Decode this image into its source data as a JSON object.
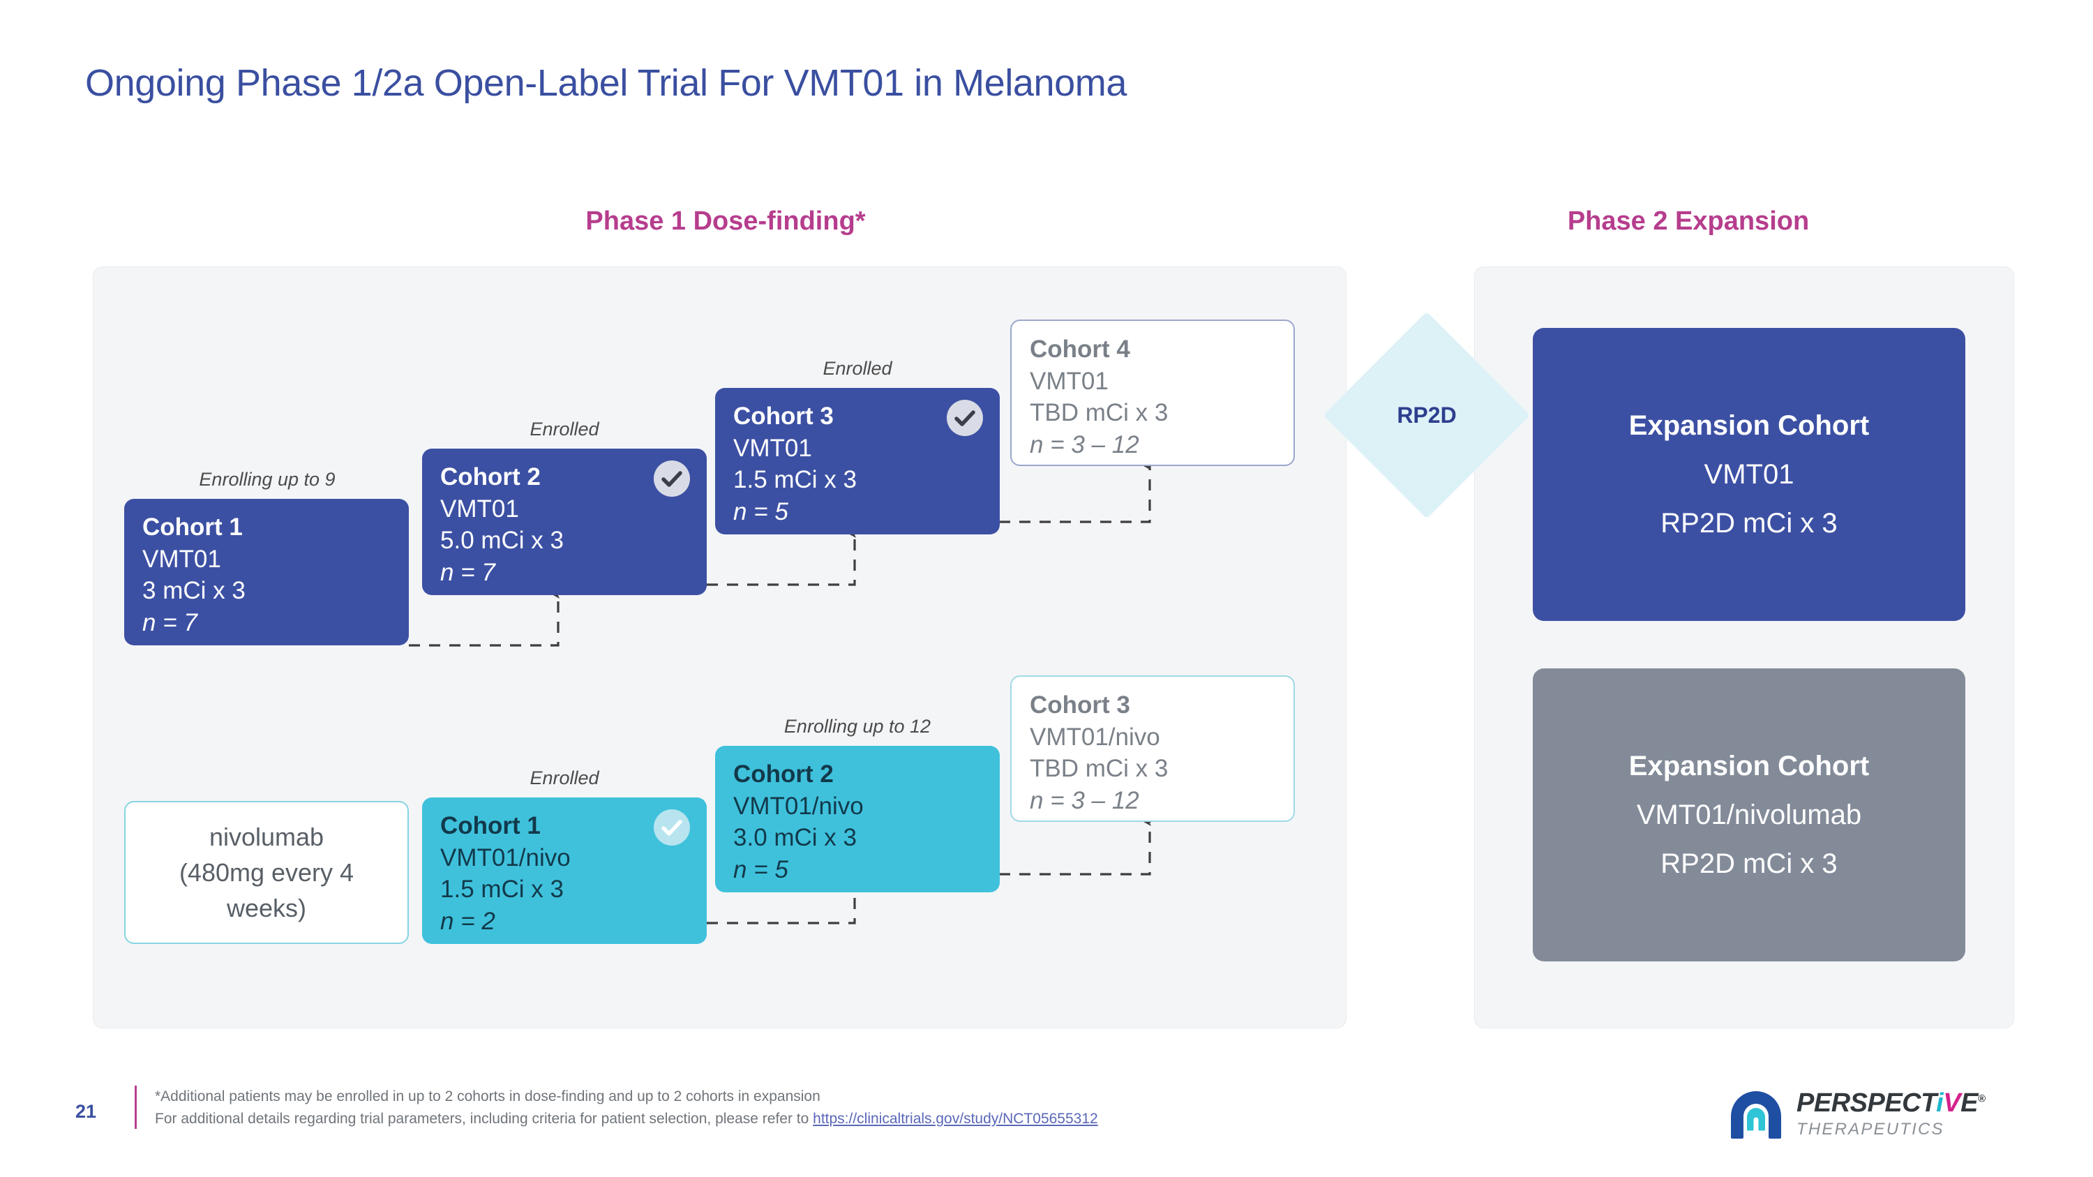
{
  "slide": {
    "title": "Ongoing Phase 1/2a Open-Label Trial For VMT01 in Melanoma",
    "page_number": "21"
  },
  "headers": {
    "phase1": "Phase 1 Dose-finding*",
    "phase2": "Phase 2 Expansion"
  },
  "milestone": {
    "rp2d_label": "RP2D"
  },
  "monotherapy_arm": {
    "cohort1": {
      "caption": "Enrolling up to 9",
      "title": "Cohort 1",
      "drug": "VMT01",
      "dose": "3 mCi x 3",
      "n": "n = 7",
      "checked": false
    },
    "cohort2": {
      "caption": "Enrolled",
      "title": "Cohort 2",
      "drug": "VMT01",
      "dose": "5.0 mCi x 3",
      "n": "n = 7",
      "checked": true
    },
    "cohort3": {
      "caption": "Enrolled",
      "title": "Cohort 3",
      "drug": "VMT01",
      "dose": "1.5 mCi x 3",
      "n": "n = 5",
      "checked": true
    },
    "cohort4": {
      "caption": "",
      "title": "Cohort 4",
      "drug": "VMT01",
      "dose": "TBD mCi x 3",
      "n": "n = 3 – 12",
      "checked": false
    }
  },
  "combination_arm": {
    "backbone": {
      "line1": "nivolumab",
      "line2": "(480mg every 4",
      "line3": "weeks)"
    },
    "cohort1": {
      "caption": "Enrolled",
      "title": "Cohort 1",
      "drug": "VMT01/nivo",
      "dose": "1.5 mCi x 3",
      "n": "n = 2",
      "checked": true
    },
    "cohort2": {
      "caption": "Enrolling up to 12",
      "title": "Cohort 2",
      "drug": "VMT01/nivo",
      "dose": "3.0 mCi x 3",
      "n": "n = 5",
      "checked": false
    },
    "cohort3": {
      "caption": "",
      "title": "Cohort 3",
      "drug": "VMT01/nivo",
      "dose": "TBD mCi x 3",
      "n": "n = 3 – 12",
      "checked": false
    }
  },
  "expansion": {
    "cohortA": {
      "title": "Expansion Cohort",
      "drug": "VMT01",
      "dose": "RP2D mCi x 3"
    },
    "cohortB": {
      "title": "Expansion Cohort",
      "drug": "VMT01/nivolumab",
      "dose": "RP2D mCi x 3"
    }
  },
  "footnotes": {
    "line1": "*Additional patients may be enrolled in up to 2 cohorts in dose-finding and up to 2 cohorts in expansion",
    "line2_prefix": "For additional details regarding trial parameters, including criteria for patient selection, please refer to ",
    "link_text": "https://clinicaltrials.gov/study/NCT05655312"
  },
  "logo": {
    "word_pers": "PERSPECT",
    "word_i": "i",
    "word_v": "V",
    "word_e": "E",
    "registered": "®",
    "subtitle": "THERAPEUTICS"
  },
  "colors": {
    "title_blue": "#3a4fa0",
    "header_magenta": "#b63d8d",
    "box_blue": "#3c50a3",
    "box_teal": "#3fc1dc",
    "box_grey": "#838b99",
    "panel_bg": "#f4f5f7",
    "diamond": "#ddf2f7",
    "link": "#5a67b8"
  }
}
